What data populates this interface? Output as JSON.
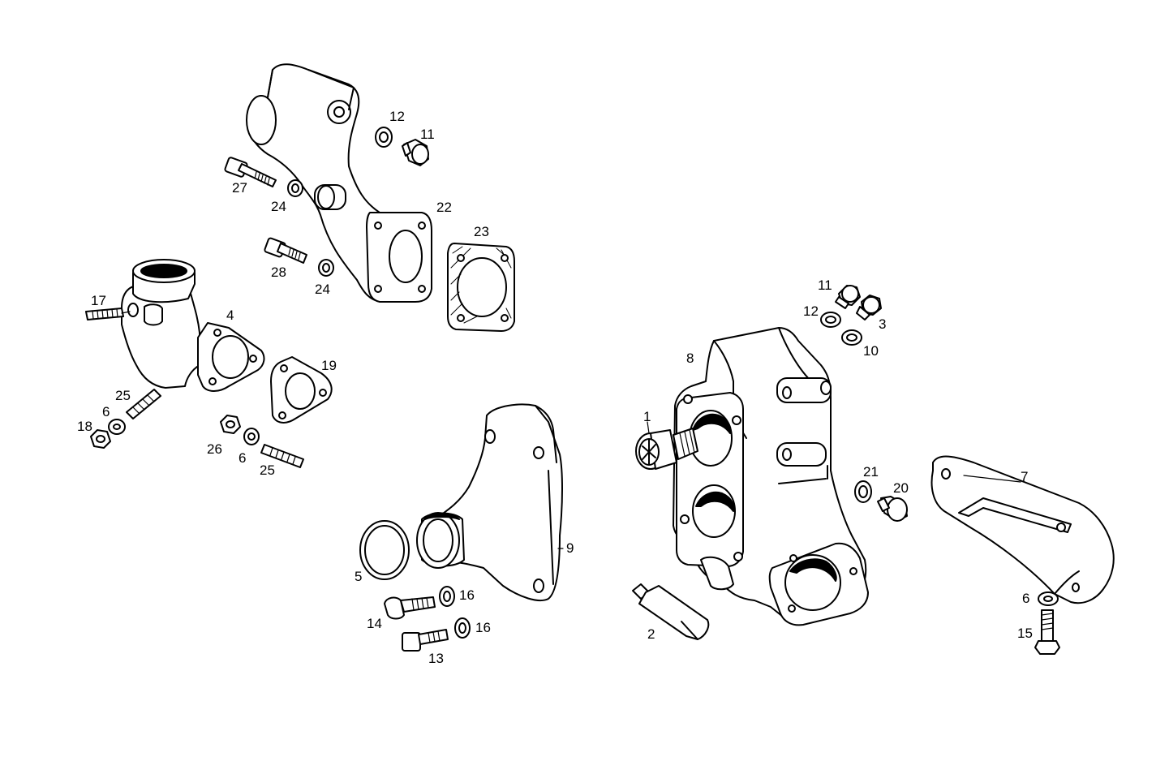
{
  "callouts": {
    "c1": "1",
    "c2": "2",
    "c3": "3",
    "c4": "4",
    "c5": "5",
    "c6a": "6",
    "c6b": "6",
    "c6c": "6",
    "c7": "7",
    "c8": "8",
    "c9": "9",
    "c10": "10",
    "c11a": "11",
    "c11b": "11",
    "c12a": "12",
    "c12b": "12",
    "c13": "13",
    "c14": "14",
    "c15": "15",
    "c16a": "16",
    "c16b": "16",
    "c17": "17",
    "c18": "18",
    "c19": "19",
    "c20": "20",
    "c21": "21",
    "c22": "22",
    "c23": "23",
    "c24a": "24",
    "c24b": "24",
    "c25a": "25",
    "c25b": "25",
    "c26": "26",
    "c27": "27",
    "c28": "28"
  }
}
